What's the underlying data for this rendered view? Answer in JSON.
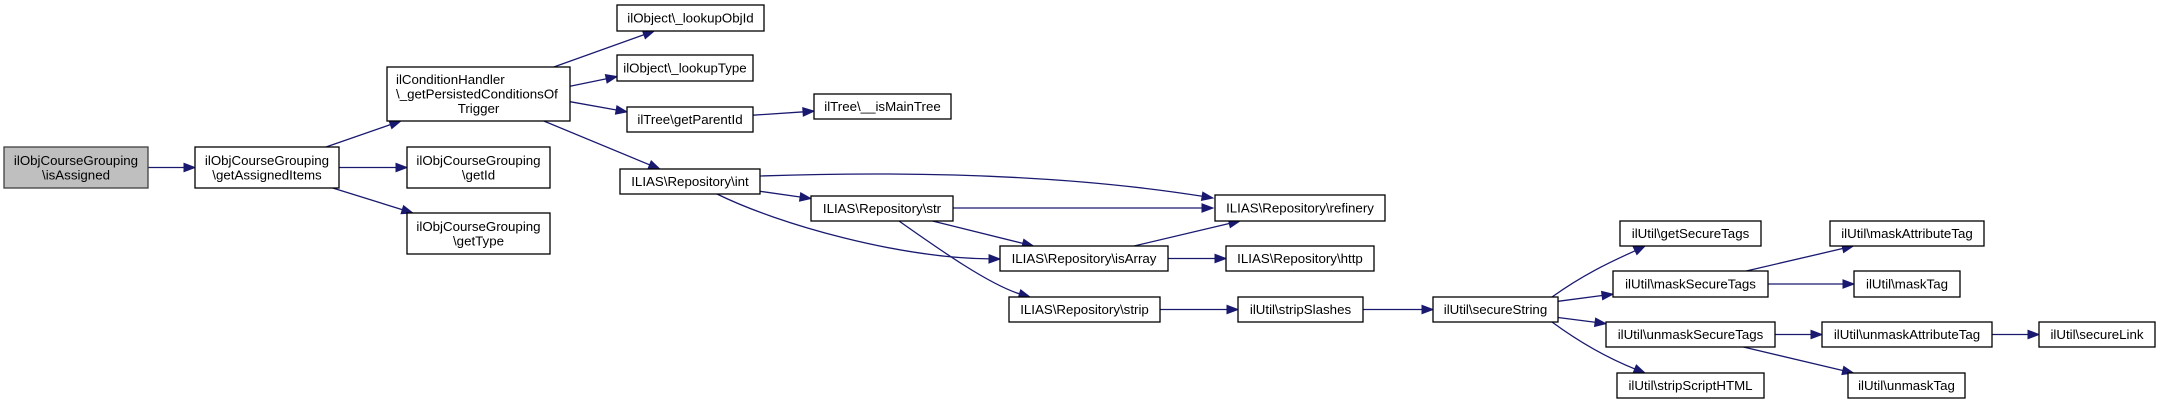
{
  "title": "ilObjCourseGrouping\\isAssigned call graph",
  "colors": {
    "edge": "#191970",
    "root_fill": "#bfbfbf",
    "root_border": "#404040",
    "node_fill": "#ffffff",
    "node_border": "#000000"
  },
  "nodes": {
    "isAssigned": {
      "lines": [
        "ilObjCourseGrouping",
        "\\isAssigned"
      ],
      "root": true
    },
    "getAssignedItems": {
      "lines": [
        "ilObjCourseGrouping",
        "\\getAssignedItems"
      ]
    },
    "getPersisted": {
      "lines": [
        "ilConditionHandler",
        "\\_getPersistedConditionsOf",
        "Trigger"
      ]
    },
    "getId": {
      "lines": [
        "ilObjCourseGrouping",
        "\\getId"
      ]
    },
    "getType": {
      "lines": [
        "ilObjCourseGrouping",
        "\\getType"
      ]
    },
    "lookupObjId": {
      "lines": [
        "ilObject\\_lookupObjId"
      ]
    },
    "lookupType": {
      "lines": [
        "ilObject\\_lookupType"
      ]
    },
    "getParentId": {
      "lines": [
        "ilTree\\getParentId"
      ]
    },
    "repoInt": {
      "lines": [
        "ILIAS\\Repository\\int"
      ]
    },
    "isMainTree": {
      "lines": [
        "ilTree\\__isMainTree"
      ]
    },
    "repoStr": {
      "lines": [
        "ILIAS\\Repository\\str"
      ]
    },
    "isArray": {
      "lines": [
        "ILIAS\\Repository\\isArray"
      ]
    },
    "strip": {
      "lines": [
        "ILIAS\\Repository\\strip"
      ]
    },
    "refinery": {
      "lines": [
        "ILIAS\\Repository\\refinery"
      ]
    },
    "http": {
      "lines": [
        "ILIAS\\Repository\\http"
      ]
    },
    "stripSlashes": {
      "lines": [
        "ilUtil\\stripSlashes"
      ]
    },
    "secureString": {
      "lines": [
        "ilUtil\\secureString"
      ]
    },
    "getSecureTags": {
      "lines": [
        "ilUtil\\getSecureTags"
      ]
    },
    "maskSecureTags": {
      "lines": [
        "ilUtil\\maskSecureTags"
      ]
    },
    "unmaskSecureTags": {
      "lines": [
        "ilUtil\\unmaskSecureTags"
      ]
    },
    "stripScriptHTML": {
      "lines": [
        "ilUtil\\stripScriptHTML"
      ]
    },
    "maskAttributeTag": {
      "lines": [
        "ilUtil\\maskAttributeTag"
      ]
    },
    "maskTag": {
      "lines": [
        "ilUtil\\maskTag"
      ]
    },
    "unmaskAttributeTag": {
      "lines": [
        "ilUtil\\unmaskAttributeTag"
      ]
    },
    "unmaskTag": {
      "lines": [
        "ilUtil\\unmaskTag"
      ]
    },
    "secureLink": {
      "lines": [
        "ilUtil\\secureLink"
      ]
    }
  },
  "edges": [
    [
      "isAssigned",
      "getAssignedItems"
    ],
    [
      "getAssignedItems",
      "getPersisted"
    ],
    [
      "getAssignedItems",
      "getId"
    ],
    [
      "getAssignedItems",
      "getType"
    ],
    [
      "getPersisted",
      "lookupObjId"
    ],
    [
      "getPersisted",
      "lookupType"
    ],
    [
      "getPersisted",
      "getParentId"
    ],
    [
      "getPersisted",
      "repoInt"
    ],
    [
      "getParentId",
      "isMainTree"
    ],
    [
      "repoInt",
      "refinery"
    ],
    [
      "repoInt",
      "repoStr"
    ],
    [
      "repoInt",
      "isArray"
    ],
    [
      "repoStr",
      "refinery"
    ],
    [
      "repoStr",
      "isArray"
    ],
    [
      "repoStr",
      "strip"
    ],
    [
      "isArray",
      "refinery"
    ],
    [
      "isArray",
      "http"
    ],
    [
      "strip",
      "stripSlashes"
    ],
    [
      "stripSlashes",
      "secureString"
    ],
    [
      "secureString",
      "getSecureTags"
    ],
    [
      "secureString",
      "maskSecureTags"
    ],
    [
      "secureString",
      "unmaskSecureTags"
    ],
    [
      "secureString",
      "stripScriptHTML"
    ],
    [
      "maskSecureTags",
      "maskAttributeTag"
    ],
    [
      "maskSecureTags",
      "maskTag"
    ],
    [
      "unmaskSecureTags",
      "unmaskAttributeTag"
    ],
    [
      "unmaskSecureTags",
      "unmaskTag"
    ],
    [
      "unmaskAttributeTag",
      "secureLink"
    ]
  ]
}
